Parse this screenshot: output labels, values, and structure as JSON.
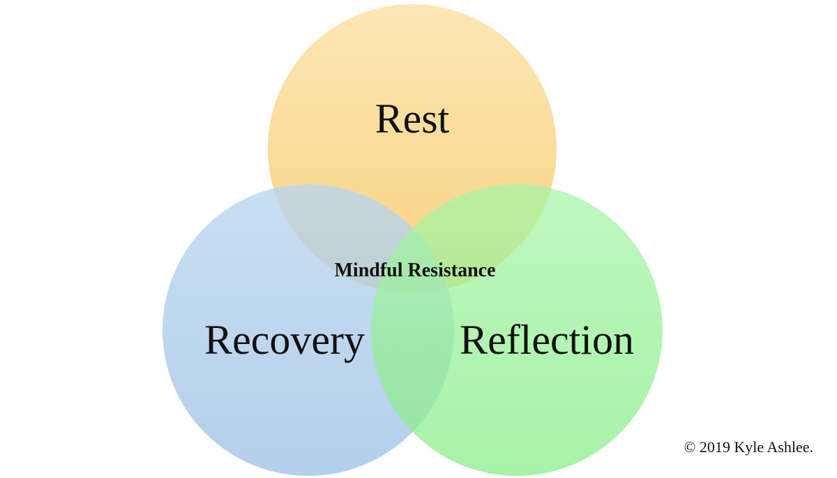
{
  "diagram": {
    "type": "venn",
    "center_label": "Mindful Resistance",
    "circles": [
      {
        "id": "rest",
        "label": "Rest",
        "color": "#f9cd6e"
      },
      {
        "id": "recovery",
        "label": "Recovery",
        "color": "#8fb8e3"
      },
      {
        "id": "reflection",
        "label": "Reflection",
        "color": "#76ec76"
      }
    ]
  },
  "footer": {
    "copyright": "© 2019 Kyle Ashlee."
  }
}
